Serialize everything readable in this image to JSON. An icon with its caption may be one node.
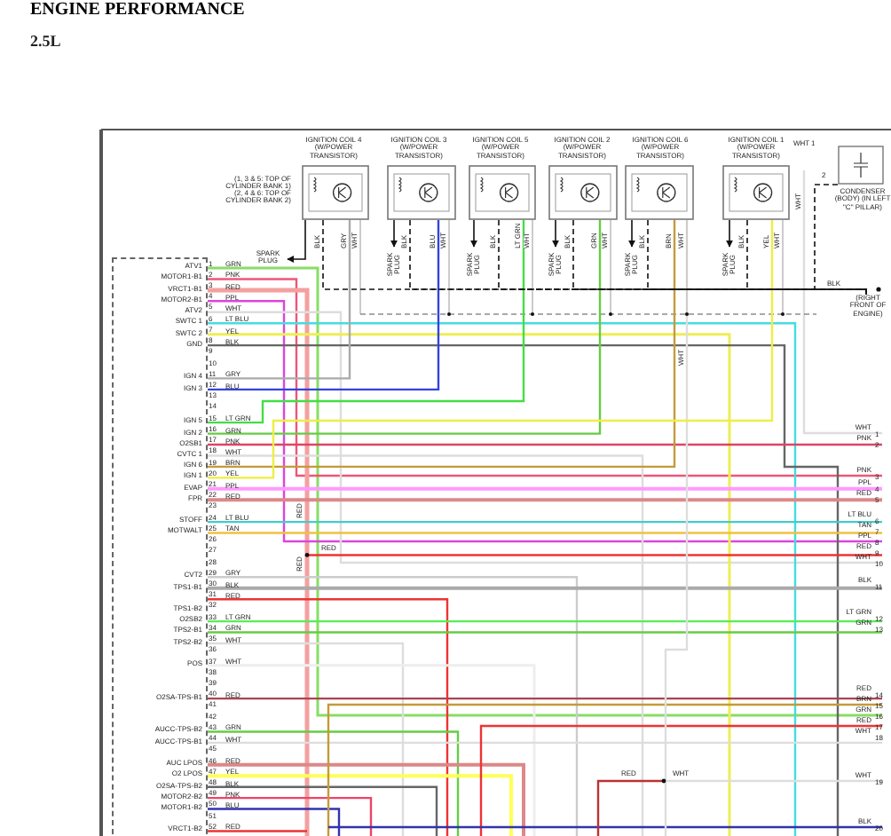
{
  "diagram": {
    "title": "ENGINE PERFORMANCE",
    "nodes": [
      {
        "text": [
          "IGNITION COIL 4 (W/POWER TRANSISTOR)"
        ],
        "beside": [
          "(1, 3 & 5: TOP OF CYLINDER BANK 1)",
          "(2, 4 & 6: TOP OF CYLINDER BANK 2)"
        ]
      },
      {
        "text": [
          "IGNITION COIL 3 (W/POWER TRANSISTOR)"
        ]
      },
      {
        "text": [
          "IGNITION COIL 5 (W/POWER TRANSISTOR)"
        ]
      },
      {
        "text": [
          "IGNITION COIL 2 (W/POWER TRANSISTOR)"
        ]
      },
      {
        "text": [
          "IGNITION COIL 6 (W/POWER TRANSISTOR)"
        ]
      },
      {
        "text": [
          "IGNITION COIL 1 (W/POWER TRANSISTOR)"
        ]
      },
      {
        "text": [
          "CONDENSER (BODY) (IN LEFT \"C\" PILLAR)"
        ]
      },
      {
        "text": [],
        "shape": "box"
      },
      {
        "text": [
          "SPARK PLUG"
        ]
      },
      {
        "text": [
          "SPARK PLUG"
        ]
      },
      {
        "text": [
          "SPARK PLUG"
        ]
      },
      {
        "text": [
          "SPARK PLUG"
        ]
      },
      {
        "text": [
          "SPARK PLUG"
        ]
      },
      {
        "text": [
          "SPARK PLUG"
        ]
      },
      {
        "text": [
          "(RIGHT FRONT OF ENGINE)"
        ]
      }
    ],
    "edges": [
      {
        "from": 0,
        "to": 8,
        "arrow": "to"
      },
      {
        "from": 1,
        "to": 9,
        "arrow": "to"
      },
      {
        "from": 2,
        "to": 10,
        "arrow": "to"
      },
      {
        "from": 3,
        "to": 11,
        "arrow": "to"
      },
      {
        "from": 4,
        "to": 12,
        "arrow": "to"
      },
      {
        "from": 5,
        "to": 13,
        "arrow": "to"
      },
      {
        "from": 7,
        "to": 0,
        "arrow": "none",
        "color": "#aaaaaa"
      },
      {
        "from": 7,
        "to": 1,
        "arrow": "none",
        "color": "#3344dd"
      },
      {
        "from": 7,
        "to": 2,
        "arrow": "none",
        "color": "#44dd44"
      },
      {
        "from": 7,
        "to": 3,
        "arrow": "none",
        "color": "#66cc44"
      },
      {
        "from": 7,
        "to": 4,
        "arrow": "none",
        "color": "#c49a3a"
      },
      {
        "from": 7,
        "to": 5,
        "arrow": "none",
        "color": "#eeee44"
      },
      {
        "from": 0,
        "to": 14,
        "arrow": "none",
        "style": "dashed"
      },
      {
        "from": 1,
        "to": 14,
        "arrow": "none",
        "style": "dashed"
      },
      {
        "from": 2,
        "to": 14,
        "arrow": "none",
        "style": "dashed"
      },
      {
        "from": 3,
        "to": 14,
        "arrow": "none",
        "style": "dashed"
      },
      {
        "from": 4,
        "to": 14,
        "arrow": "none",
        "style": "dashed"
      },
      {
        "from": 5,
        "to": 14,
        "arrow": "none",
        "style": "dashed"
      },
      {
        "from": 6,
        "to": 14,
        "arrow": "none",
        "style": "dashed"
      }
    ],
    "labels": [
      "2.5L",
      "BLK",
      "GRY",
      "WHT",
      "BLK",
      "BLU",
      "WHT",
      "BLK",
      "LT GRN",
      "WHT",
      "BLK",
      "GRN",
      "WHT",
      "BLK",
      "BRN",
      "WHT",
      "BLK",
      "YEL",
      "WHT",
      "WHT",
      "1",
      "2",
      "WHT",
      "BLK",
      "ATV1",
      "1",
      "GRN",
      "MOTOR1-B1",
      "2",
      "PNK",
      "VRCT1-B1",
      "3",
      "RED",
      "MOTOR2-B1",
      "4",
      "PPL",
      "ATV2",
      "5",
      "WHT",
      "SWTC 1",
      "6",
      "LT BLU",
      "SWTC 2",
      "7",
      "YEL",
      "GND",
      "8",
      "BLK",
      "9",
      "10",
      "IGN 4",
      "11",
      "GRY",
      "IGN 3",
      "12",
      "BLU",
      "13",
      "14",
      "IGN 5",
      "15",
      "LT GRN",
      "IGN 2",
      "16",
      "GRN",
      "O2SB1",
      "17",
      "PNK",
      "CVTC 1",
      "18",
      "WHT",
      "IGN 6",
      "19",
      "BRN",
      "IGN 1",
      "20",
      "YEL",
      "EVAP",
      "21",
      "PPL",
      "FPR",
      "22",
      "RED",
      "23",
      "STOFF",
      "24",
      "LT BLU",
      "MOTWALT",
      "25",
      "TAN",
      "26",
      "27",
      "28",
      "CVT2",
      "29",
      "GRY",
      "TPS1-B1",
      "30",
      "BLK",
      "31",
      "RED",
      "TPS1-B2",
      "32",
      "O2SB2",
      "33",
      "LT GRN",
      "TPS2-B1",
      "34",
      "GRN",
      "TPS2-B2",
      "35",
      "WHT",
      "36",
      "POS",
      "37",
      "WHT",
      "38",
      "39",
      "O2SA-TPS-B1",
      "40",
      "RED",
      "41",
      "42",
      "AUCC-TPS-B2",
      "43",
      "GRN",
      "AUCC-TPS-B1",
      "44",
      "WHT",
      "45",
      "AUC LPOS",
      "46",
      "RED",
      "O2 LPOS",
      "47",
      "YEL",
      "O2SA-TPS-B2",
      "48",
      "BLK",
      "MOTOR2-B2",
      "49",
      "PNK",
      "MOTOR1-B2",
      "50",
      "BLU",
      "51",
      "VRCT1-B2",
      "52",
      "RED",
      "WHT",
      "1",
      "PNK",
      "2",
      "PNK",
      "3",
      "PPL",
      "4",
      "RED",
      "5",
      "LT BLU",
      "6",
      "TAN",
      "7",
      "PPL",
      "8",
      "RED",
      "9",
      "WHT",
      "10",
      "BLK",
      "11",
      "LT GRN",
      "12",
      "GRN",
      "13",
      "RED",
      "14",
      "BRN",
      "15",
      "GRN",
      "16",
      "RED",
      "17",
      "WHT",
      "18",
      "WHT",
      "19",
      "BLK",
      "20",
      "RED",
      "RED",
      "RED",
      "WHT",
      "RED",
      "WHT"
    ]
  }
}
